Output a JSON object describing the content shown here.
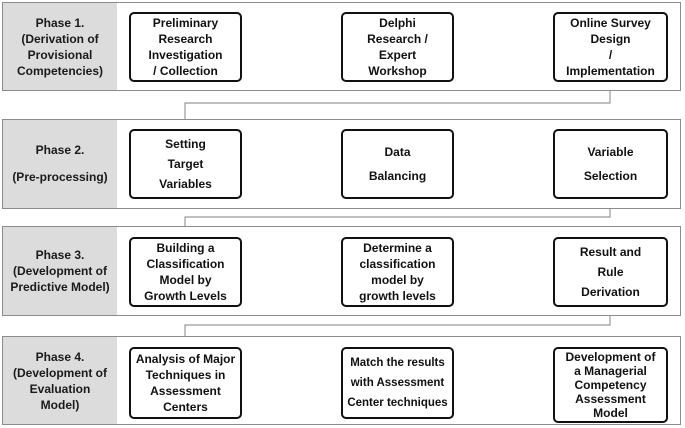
{
  "phases": [
    {
      "label": [
        "Phase 1.",
        "(Derivation of",
        "Provisional",
        "Competencies)"
      ],
      "steps": [
        [
          "Preliminary",
          "Research",
          "Investigation",
          "/ Collection"
        ],
        [
          "Delphi",
          "Research /",
          "Expert",
          "Workshop"
        ],
        [
          "Online Survey",
          "Design",
          "/",
          "Implementation"
        ]
      ]
    },
    {
      "label": [
        "Phase 2.",
        "",
        "(Pre-processing)"
      ],
      "steps": [
        [
          "Setting",
          "Target",
          "Variables"
        ],
        [
          "Data",
          "Balancing"
        ],
        [
          "Variable",
          "Selection"
        ]
      ]
    },
    {
      "label": [
        "Phase 3.",
        "(Development of",
        "Predictive Model)"
      ],
      "steps": [
        [
          "Building a",
          "Classification",
          "Model by",
          "Growth Levels"
        ],
        [
          "Determine a",
          "classification",
          "model by",
          "growth levels"
        ],
        [
          "Result and",
          "Rule",
          "Derivation"
        ]
      ]
    },
    {
      "label": [
        "Phase 4.",
        "(Development of",
        "Evaluation",
        "Model)"
      ],
      "steps": [
        [
          "Analysis of Major",
          "Techniques in",
          "Assessment",
          "Centers"
        ],
        [
          "Match the results",
          "with Assessment",
          "Center techniques"
        ],
        [
          "Development of",
          "a Managerial",
          "Competency",
          "Assessment",
          "Model"
        ]
      ]
    }
  ]
}
